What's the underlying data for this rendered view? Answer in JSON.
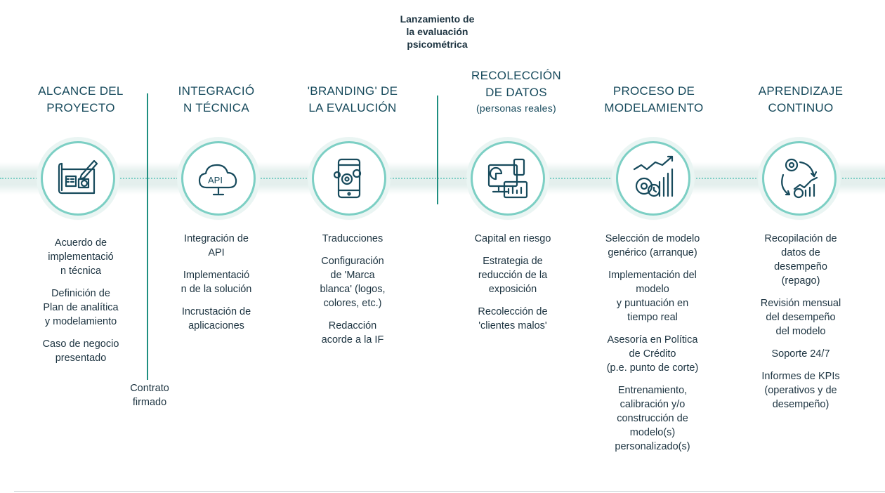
{
  "launch_label": "Lanzamiento de\nla evaluación\npsicométrica",
  "contract_label": "Contrato\nfirmado",
  "colors": {
    "accent": "#1f8f80",
    "circle_border": "#7ccfc4",
    "title": "#174a5c",
    "band": "#e4efed"
  },
  "stages": [
    {
      "title": "ALCANCE DEL\nPROYECTO",
      "subtitle": "",
      "icon": "blueprint-icon",
      "items": [
        "Acuerdo de\nimplementació\nn técnica",
        "Definición de\nPlan de analítica\ny modelamiento",
        "Caso de negocio\npresentado"
      ]
    },
    {
      "title": "INTEGRACIÓ\nN TÉCNICA",
      "subtitle": "",
      "icon": "api-cloud-icon",
      "items": [
        "Integración de\nAPI",
        "Implementació\nn de la solución",
        "Incrustación de\naplicaciones"
      ]
    },
    {
      "title": "'BRANDING' DE\nLA EVALUCIÓN",
      "subtitle": "",
      "icon": "phone-gears-icon",
      "items": [
        "Traducciones",
        "Configuración\nde 'Marca\nblanca' (logos,\ncolores, etc.)",
        "Redacción\nacorde a la IF"
      ]
    },
    {
      "title": "RECOLECCIÓN\nDE DATOS",
      "subtitle": "(personas reales)",
      "icon": "devices-chart-icon",
      "items": [
        "Capital en riesgo",
        "Estrategia de\nreducción de la\nexposición",
        "Recolección de\n'clientes malos'"
      ]
    },
    {
      "title": "PROCESO DE\nMODELAMIENTO",
      "subtitle": "",
      "icon": "gears-growth-icon",
      "items": [
        "Selección de modelo\ngenérico (arranque)",
        "Implementación del\nmodelo\ny puntuación en\ntiempo real",
        "Asesoría en Política\nde Crédito\n(p.e. punto de corte)",
        "Entrenamiento,\ncalibración y/o\nconstrucción de\nmodelo(s)\npersonalizado(s)"
      ]
    },
    {
      "title": "APRENDIZAJE\nCONTINUO",
      "subtitle": "",
      "icon": "cycle-gears-icon",
      "items": [
        "Recopilación de\ndatos de\ndesempeño\n(repago)",
        "Revisión mensual\ndel desempeño\ndel modelo",
        "Soporte 24/7",
        "Informes de KPIs\n(operativos y de\ndesempeño)"
      ]
    }
  ]
}
